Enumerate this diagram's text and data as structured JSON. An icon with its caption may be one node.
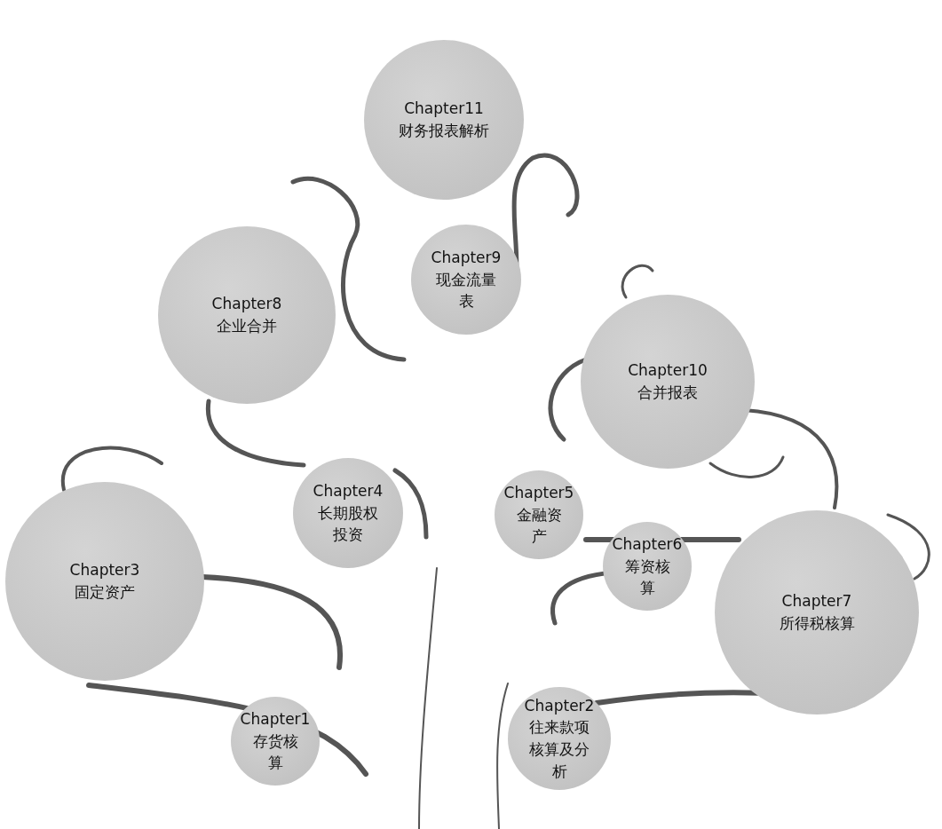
{
  "diagram": {
    "nodes": [
      {
        "text": [
          "Chapter11",
          "财务报表解析"
        ]
      },
      {
        "text": [
          "Chapter9",
          "现金流量表"
        ]
      },
      {
        "text": [
          "Chapter8",
          "企业合并"
        ]
      },
      {
        "text": [
          "Chapter10",
          "合并报表"
        ]
      },
      {
        "text": [
          "Chapter4",
          "长期股权投资"
        ]
      },
      {
        "text": [
          "Chapter5",
          "金融资产"
        ]
      },
      {
        "text": [
          "Chapter3",
          "固定资产"
        ]
      },
      {
        "text": [
          "Chapter6",
          "筹资核算"
        ]
      },
      {
        "text": [
          "Chapter7",
          "所得税核算"
        ]
      },
      {
        "text": [
          "Chapter1",
          "存货核算"
        ]
      },
      {
        "text": [
          "Chapter2",
          "往来款项核算及分析"
        ]
      }
    ]
  }
}
